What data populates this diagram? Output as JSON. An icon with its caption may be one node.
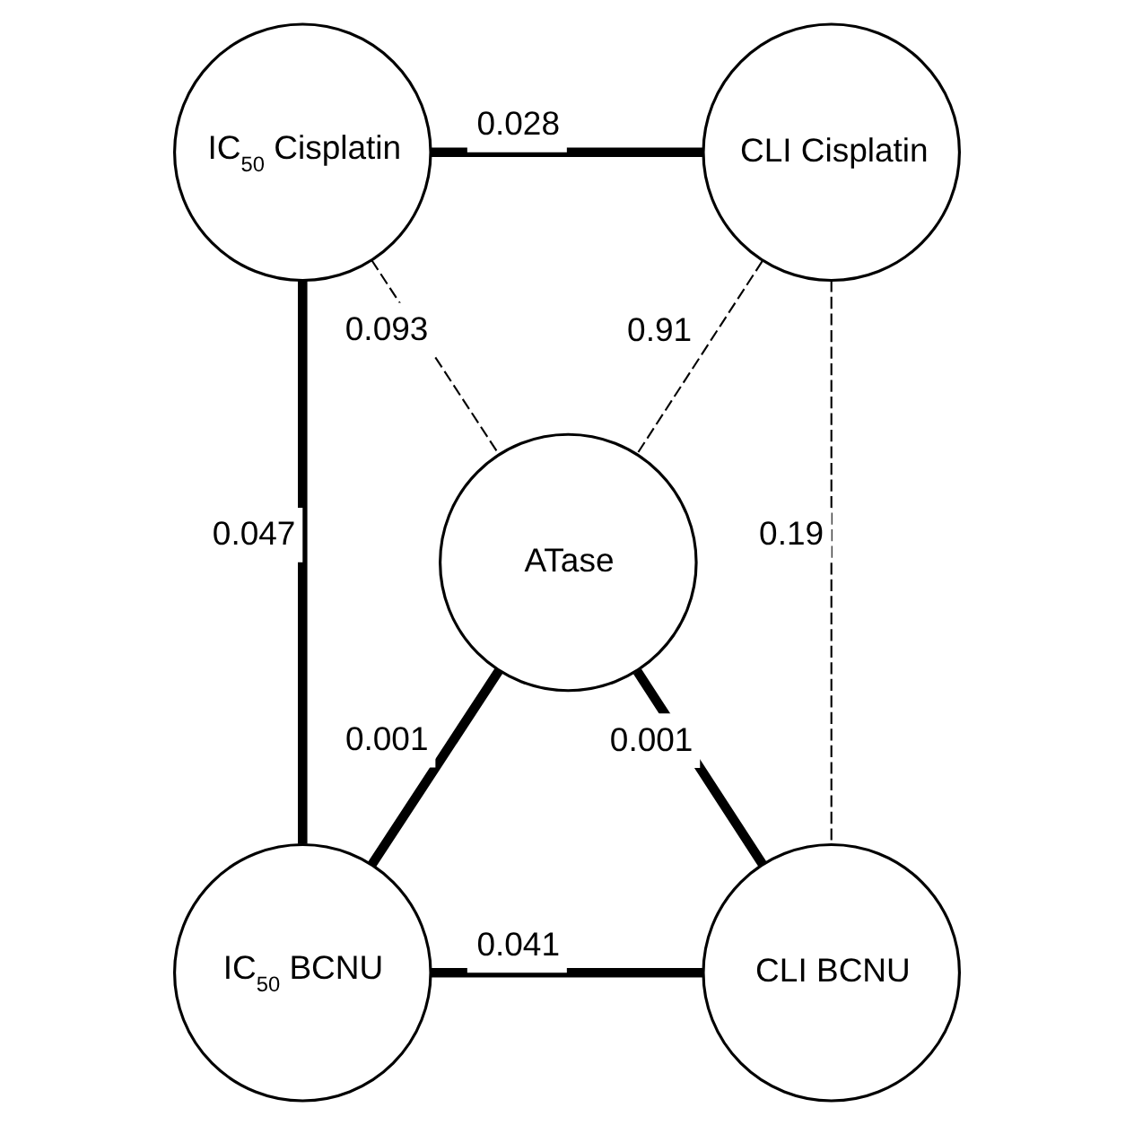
{
  "diagram": {
    "nodes": [
      {
        "text": [
          "IC$_{50}$ Cisplatin"
        ]
      },
      {
        "text": [
          "CLI Cisplatin"
        ]
      },
      {
        "text": [
          "ATase"
        ]
      },
      {
        "text": [
          "IC$_{50}$ BCNU"
        ]
      },
      {
        "text": [
          "CLI BCNU"
        ]
      }
    ],
    "edges": [
      {
        "from": 0,
        "to": 1,
        "arrow": "none",
        "label": "0.028"
      },
      {
        "from": 0,
        "to": 2,
        "arrow": "none",
        "label": "0.093",
        "style": "dashed"
      },
      {
        "from": 1,
        "to": 2,
        "arrow": "none",
        "label": "0.91",
        "style": "dashed"
      },
      {
        "from": 0,
        "to": 3,
        "arrow": "none",
        "label": "0.047"
      },
      {
        "from": 2,
        "to": 4,
        "arrow": "none",
        "label": "0.001"
      },
      {
        "from": 2,
        "to": 3,
        "arrow": "none",
        "label": "0.001"
      },
      {
        "from": 1,
        "to": 4,
        "arrow": "none",
        "label": "0.19",
        "style": "dashed"
      },
      {
        "from": 3,
        "to": 4,
        "arrow": "none",
        "label": "0.041"
      }
    ]
  }
}
